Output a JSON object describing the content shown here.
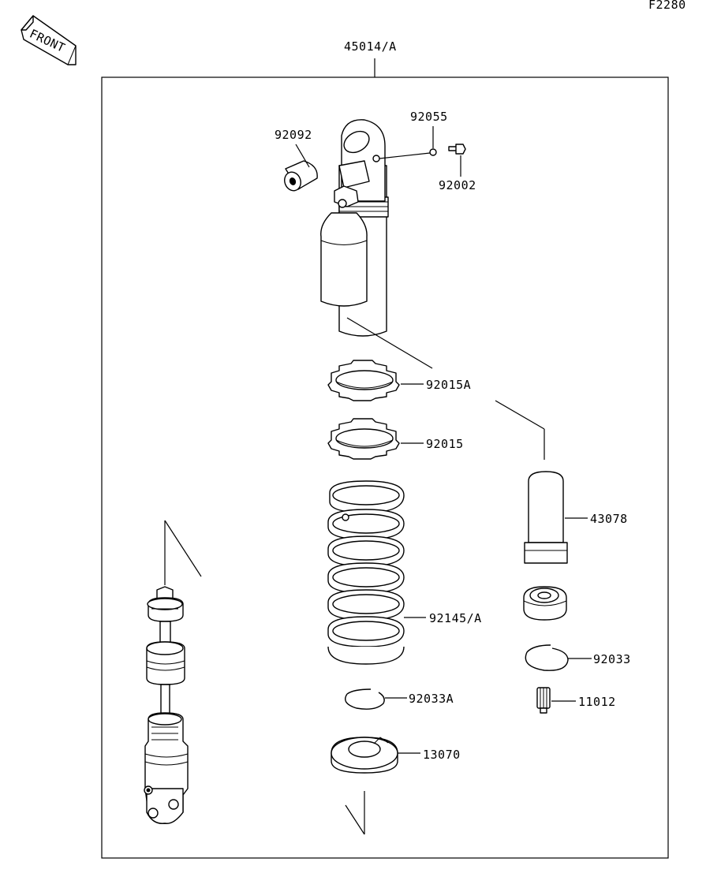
{
  "diagram": {
    "code": "F2280",
    "front_label": "FRONT",
    "assembly_label": "45014/A",
    "callouts": {
      "p92092": "92092",
      "p92055": "92055",
      "p92002": "92002",
      "p92015A": "92015A",
      "p92015": "92015",
      "p43078": "43078",
      "p92145A": "92145/A",
      "p92033": "92033",
      "p92033A": "92033A",
      "p11012": "11012",
      "p13070": "13070"
    }
  }
}
